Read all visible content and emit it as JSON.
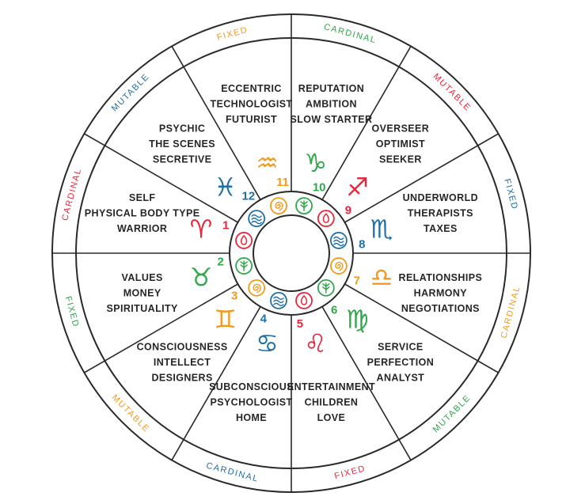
{
  "colors": {
    "fire": "#e8263b",
    "earth": "#2fa84a",
    "air": "#f39a1e",
    "water": "#1f6fa8",
    "line": "#2a2a2a",
    "text": "#262626"
  },
  "houses": [
    {
      "number": "1",
      "glyph": "♈",
      "element": "fire",
      "modality": "CARDINAL",
      "keywords": [
        "SELF",
        "PHYSICAL BODY TYPE",
        "WARRIOR"
      ]
    },
    {
      "number": "2",
      "glyph": "♉",
      "element": "earth",
      "modality": "FIXED",
      "keywords": [
        "VALUES",
        "MONEY",
        "SPIRITUALITY"
      ]
    },
    {
      "number": "3",
      "glyph": "♊",
      "element": "air",
      "modality": "MUTABLE",
      "keywords": [
        "CONSCIOUSNESS",
        "INTELLECT",
        "DESIGNERS"
      ]
    },
    {
      "number": "4",
      "glyph": "♋",
      "element": "water",
      "modality": "CARDINAL",
      "keywords": [
        "SUBCONSCIOUS",
        "PSYCHOLOGIST",
        "HOME"
      ]
    },
    {
      "number": "5",
      "glyph": "♌",
      "element": "fire",
      "modality": "FIXED",
      "keywords": [
        "ENTERTAINMENT",
        "CHILDREN",
        "LOVE"
      ]
    },
    {
      "number": "6",
      "glyph": "♍",
      "element": "earth",
      "modality": "MUTABLE",
      "keywords": [
        "SERVICE",
        "PERFECTION",
        "ANALYST"
      ]
    },
    {
      "number": "7",
      "glyph": "♎",
      "element": "air",
      "modality": "CARDINAL",
      "keywords": [
        "RELATIONSHIPS",
        "HARMONY",
        "NEGOTIATIONS"
      ]
    },
    {
      "number": "8",
      "glyph": "♏",
      "element": "water",
      "modality": "FIXED",
      "keywords": [
        "UNDERWORLD",
        "THERAPISTS",
        "TAXES"
      ]
    },
    {
      "number": "9",
      "glyph": "♐",
      "element": "fire",
      "modality": "MUTABLE",
      "keywords": [
        "OVERSEER",
        "OPTIMIST",
        "SEEKER"
      ]
    },
    {
      "number": "10",
      "glyph": "♑",
      "element": "earth",
      "modality": "CARDINAL",
      "keywords": [
        "REPUTATION",
        "AMBITION",
        "SLOW STARTER"
      ]
    },
    {
      "number": "11",
      "glyph": "♒",
      "element": "air",
      "modality": "FIXED",
      "keywords": [
        "ECCENTRIC",
        "TECHNOLOGIST",
        "FUTURIST"
      ]
    },
    {
      "number": "12",
      "glyph": "♓",
      "element": "water",
      "modality": "MUTABLE",
      "keywords": [
        "PSYCHIC",
        "THE SCENES",
        "SECRETIVE"
      ]
    }
  ],
  "element_icons": [
    "fire",
    "earth",
    "air",
    "water"
  ]
}
